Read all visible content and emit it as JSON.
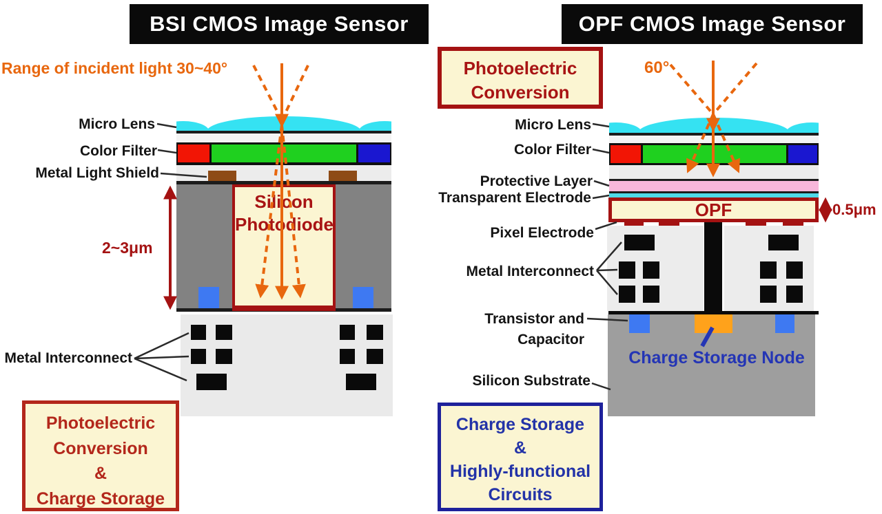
{
  "left_panel": {
    "title": "BSI CMOS Image Sensor",
    "incident_light_label": "Range of incident light 30~40°",
    "labels": {
      "micro_lens": "Micro Lens",
      "color_filter": "Color Filter",
      "metal_light_shield": "Metal Light Shield",
      "metal_interconnect": "Metal Interconnect",
      "thickness": "2~3μm"
    },
    "photodiode": {
      "line1": "Silicon",
      "line2": "Photodiode"
    },
    "summary_box": {
      "lines": [
        "Photoelectric",
        "Conversion",
        "&",
        "Charge Storage"
      ]
    }
  },
  "right_panel": {
    "title": "OPF CMOS Image Sensor",
    "incident_angle_label": "60°",
    "top_box": {
      "lines": [
        "Photoelectric",
        "Conversion"
      ]
    },
    "labels": {
      "micro_lens": "Micro Lens",
      "color_filter": "Color Filter",
      "protective_layer": "Protective Layer",
      "transparent_electrode": "Transparent Electrode",
      "pixel_electrode": "Pixel Electrode",
      "metal_interconnect": "Metal Interconnect",
      "transistor_line1": "Transistor and",
      "transistor_line2": "Capacitor",
      "charge_storage_node": "Charge Storage Node",
      "silicon_substrate": "Silicon Substrate",
      "opf": "OPF",
      "opf_thickness": "0.5μm"
    },
    "summary_box": {
      "lines": [
        "Charge Storage",
        "&",
        "Highly-functional",
        "Circuits"
      ]
    }
  },
  "colors": {
    "accent_orange": "#E8670E",
    "dark_red": "#A41212",
    "summary_red": "#B3271B",
    "navy_blue": "#1E219B",
    "blue_text": "#2435B5",
    "microlens_cyan": "#35E2F2",
    "filter_red": "#F21505",
    "filter_green": "#1FD01F",
    "filter_blue": "#1A17D0",
    "light_shield_brown": "#8E4B16",
    "substrate_gray_left": "#828282",
    "substrate_gray_right": "#9E9E9E",
    "transistor_blue": "#3E79F2",
    "charge_node_orange": "#FFA21B",
    "protective_pink": "#F8B7DA",
    "transparent_electrode_cyan": "#4FD9E9",
    "cream": "#FBF5D2"
  }
}
